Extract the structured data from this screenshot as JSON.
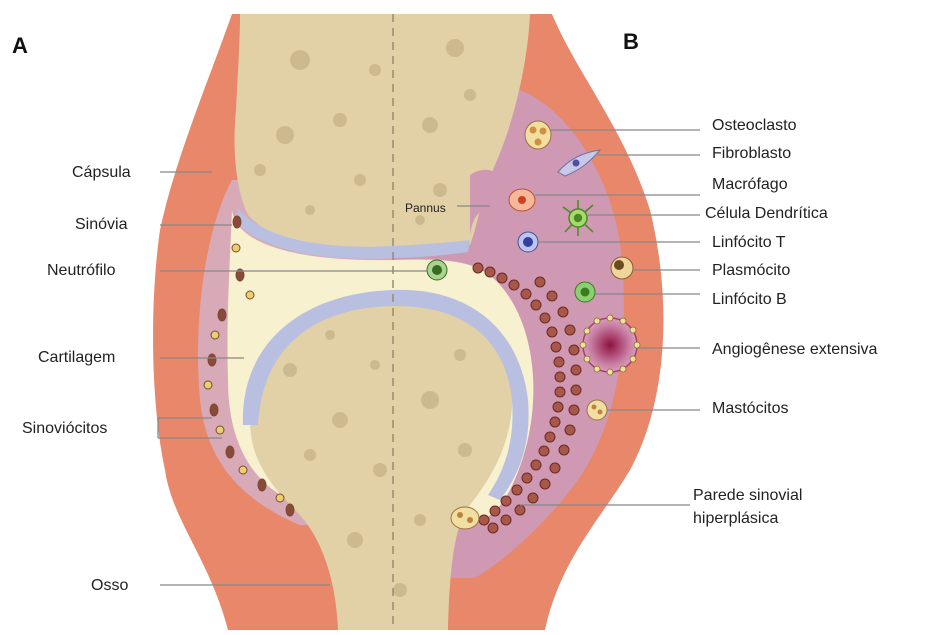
{
  "panels": {
    "left": "A",
    "right": "B"
  },
  "labels_left": {
    "capsula": "Cápsula",
    "sinovia": "Sinóvia",
    "neutrofilo": "Neutrófilo",
    "cartilagem": "Cartilagem",
    "sinoviocitos": "Sinoviócitos",
    "osso": "Osso"
  },
  "label_pannus": "Pannus",
  "labels_right": {
    "osteoclasto": "Osteoclasto",
    "fibroblasto": "Fibroblasto",
    "macrofago": "Macrófago",
    "celula_dendritica": "Célula Dendrítica",
    "linfocito_t": "Linfócito T",
    "plasmocito": "Plasmócito",
    "linfocito_b": "Linfócito B",
    "angiogenese": "Angiogênese extensiva",
    "mastocitos": "Mastócitos",
    "parede_line1": "Parede sinovial",
    "parede_line2": "hiperplásica"
  },
  "colors": {
    "capsule": "#e8876a",
    "synovium_normal": "#d8aab8",
    "synovium_inflamed": "#cf98b3",
    "bone": "#e2d0a6",
    "cartilage": "#b9bfe0",
    "fluid": "#f8f1cf",
    "leader_line": "#888888"
  }
}
